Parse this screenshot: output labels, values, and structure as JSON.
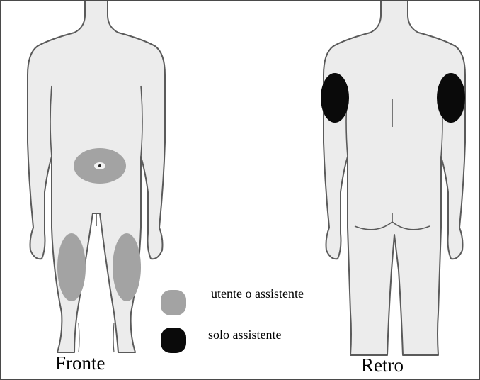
{
  "views": {
    "front_label": "Fronte",
    "back_label": "Retro"
  },
  "legend": {
    "items": [
      {
        "label": "utente o assistente",
        "color": "#a3a3a3"
      },
      {
        "label": "solo assistente",
        "color": "#0a0a0a"
      }
    ]
  },
  "colors": {
    "body_fill": "#ececec",
    "body_outline": "#5a5a5a",
    "user_zone": "#a3a3a3",
    "assistant_zone": "#0a0a0a"
  }
}
